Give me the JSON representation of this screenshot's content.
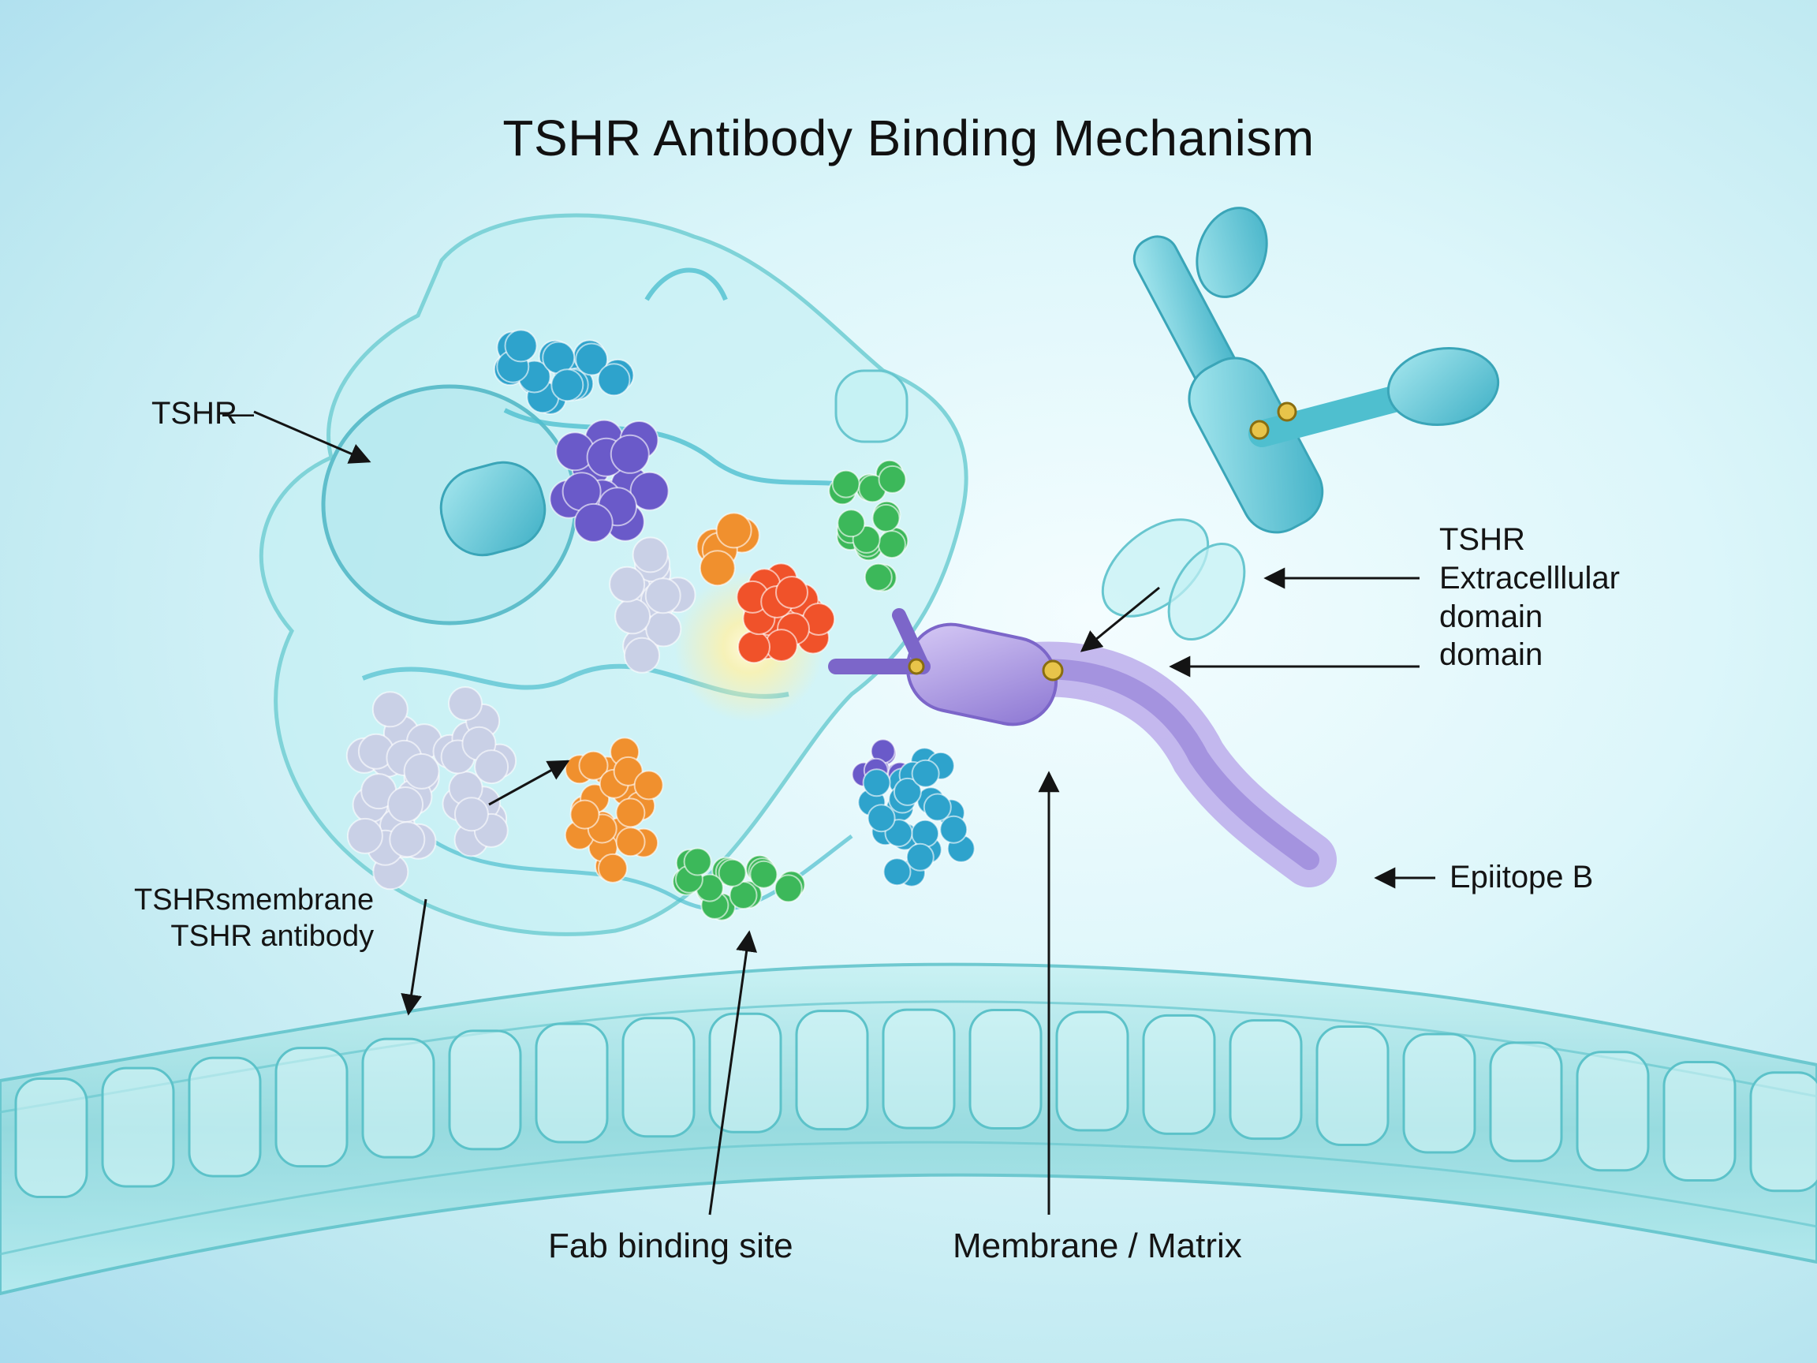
{
  "title": "TSHR Antibody Binding Mechanism",
  "labels": {
    "tshr": "TSHR",
    "tshr_extracellular": [
      "TSHR",
      "Extracelllular",
      "domain",
      "domain"
    ],
    "epitope_b": "Epiitope B",
    "tshr_membrane_antibody": [
      "TSHRsmembrane",
      "TSHR antibody"
    ],
    "fab_binding_site": "Fab binding site",
    "membrane_matrix": "Membrane / Matrix"
  },
  "colors": {
    "receptor_shell": "#7fd3d8",
    "antibody_teal": "#4fbfcf",
    "antibody_purple": "#8f79d6",
    "cluster_blue": "#2ea3cc",
    "cluster_green": "#3cb85a",
    "cluster_orange": "#f0902e",
    "cluster_red": "#f0522a",
    "cluster_purple": "#6a5ac9",
    "cluster_silver": "#c9d0e6",
    "membrane": "#8fd8dc"
  }
}
